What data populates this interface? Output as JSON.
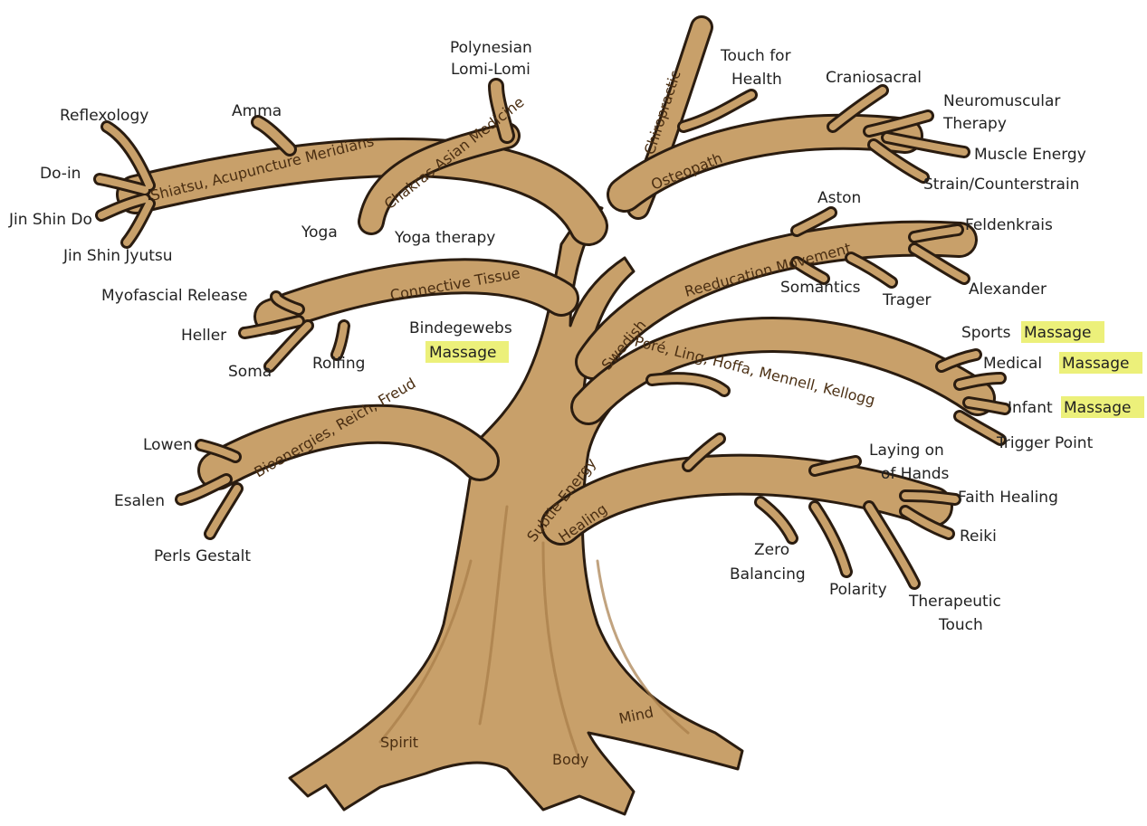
{
  "roots": {
    "spirit": "Spirit",
    "body": "Body",
    "mind": "Mind"
  },
  "branches": {
    "shiatsu": "Shiatsu, Acupuncture Meridians",
    "chakras": "Chakras Asian Medicine",
    "connective": "Connective Tissue",
    "bioenergies": "Bioenergies, Reich, Freud",
    "chiropractic": "Chiropractic",
    "osteopath": "Osteopath",
    "swedish": "Swedish",
    "reeducation": "Reeducation Movement",
    "pore": "Poré, Ling, Hoffa, Mennell, Kellogg",
    "subtle1": "Subtle Energy",
    "subtle2": "Healing"
  },
  "labels": {
    "reflexology": "Reflexology",
    "amma": "Amma",
    "polynesian1": "Polynesian",
    "polynesian2": "Lomi-Lomi",
    "doin": "Do-in",
    "jinshindo": "Jin Shin Do",
    "jinshinjyutsu": "Jin Shin Jyutsu",
    "yoga": "Yoga",
    "yogatherapy": "Yoga therapy",
    "myofascial": "Myofascial Release",
    "heller": "Heller",
    "soma": "Soma",
    "rolfing": "Rolfing",
    "bindegewebs1": "Bindegewebs",
    "bindegewebs2": "Massage",
    "lowen": "Lowen",
    "esalen": "Esalen",
    "perls": "Perls Gestalt",
    "touchhealth1": "Touch for",
    "touchhealth2": "Health",
    "craniosacral": "Craniosacral",
    "neuromuscular1": "Neuromuscular",
    "neuromuscular2": "Therapy",
    "muscleenergy": "Muscle Energy",
    "strain": "Strain/Counterstrain",
    "aston": "Aston",
    "feldenkrais": "Feldenkrais",
    "somantics": "Somantics",
    "trager": "Trager",
    "alexander": "Alexander",
    "sports1": "Sports",
    "sports2": "Massage",
    "medical1": "Medical",
    "medical2": "Massage",
    "infant1": "Infant",
    "infant2": "Massage",
    "trigger": "Trigger Point",
    "laying1": "Laying on",
    "laying2": "of Hands",
    "faith": "Faith Healing",
    "reiki": "Reiki",
    "zero1": "Zero",
    "zero2": "Balancing",
    "polarity": "Polarity",
    "therapeutic1": "Therapeutic",
    "therapeutic2": "Touch"
  },
  "colors": {
    "bark": "#c8a06a",
    "outline": "#2a1c10",
    "highlight": "#ecf07a"
  }
}
